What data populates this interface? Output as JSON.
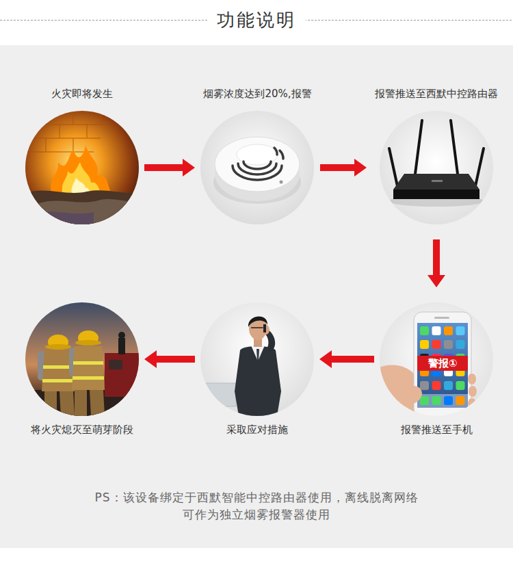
{
  "diagram": {
    "title": "功能说明",
    "caption": "PS：该设备绑定于西默智能中控路由器使用，离线脱离网络 可作为独立烟雾报警器使用",
    "nodes": [
      {
        "text": [
          "火灾即将发生"
        ]
      },
      {
        "text": [
          "烟雾浓度达到20%,报警"
        ]
      },
      {
        "text": [
          "报警推送至西默中控路由器"
        ]
      },
      {
        "text": [
          "报警推送至手机"
        ]
      },
      {
        "text": [
          "采取应对措施"
        ]
      },
      {
        "text": [
          "将火灾熄灭至萌芽阶段"
        ]
      }
    ],
    "edges": [
      {
        "from": 0,
        "to": 1,
        "arrow": "to"
      },
      {
        "from": 1,
        "to": 2,
        "arrow": "to"
      },
      {
        "from": 2,
        "to": 3,
        "arrow": "to"
      },
      {
        "from": 3,
        "to": 4,
        "arrow": "to"
      },
      {
        "from": 4,
        "to": 5,
        "arrow": "to"
      }
    ],
    "labels": [
      "警报①"
    ]
  }
}
